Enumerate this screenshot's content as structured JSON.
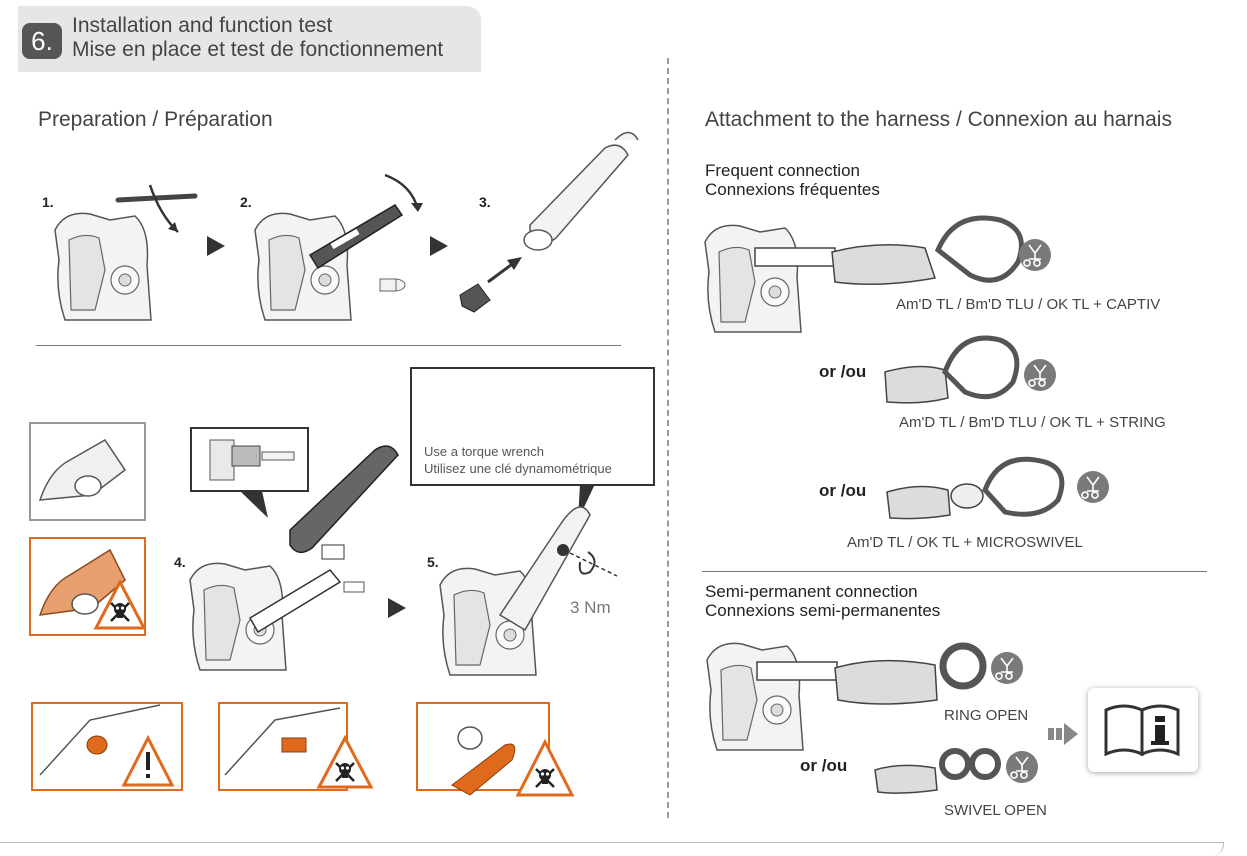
{
  "section": {
    "number": "6.",
    "title_en": "Installation and function test",
    "title_fr": "Mise en place et test de fonctionnement"
  },
  "preparation": {
    "heading": "Preparation / Préparation",
    "steps": [
      "1.",
      "2.",
      "3.",
      "4.",
      "5."
    ],
    "wrench_caption_en": "Use a torque wrench",
    "wrench_caption_fr": "Utilisez une clé dynamométrique",
    "torque": "3 Nm"
  },
  "attachment": {
    "heading": "Attachment to the harness / Connexion au harnais",
    "frequent_en": "Frequent connection",
    "frequent_fr": "Connexions fréquentes",
    "or_label": "or /ou",
    "captions": [
      "Am'D TL / Bm'D TLU / OK TL + CAPTIV",
      "Am'D TL / Bm'D TLU / OK TL + STRING",
      "Am'D TL / OK TL + MICROSWIVEL"
    ],
    "semi_en": "Semi-permanent connection",
    "semi_fr": "Connexions semi-permanentes",
    "semi_captions": [
      "RING OPEN",
      "SWIVEL OPEN"
    ]
  },
  "colors": {
    "warning": "#e06a1b",
    "header_bg": "#e6e6e6",
    "badge": "#555555",
    "line": "#333333"
  },
  "icons": [
    "arrow-right-icon",
    "warning-triangle-icon",
    "skull-crossbones-icon",
    "harness-icon",
    "manual-info-icon"
  ]
}
